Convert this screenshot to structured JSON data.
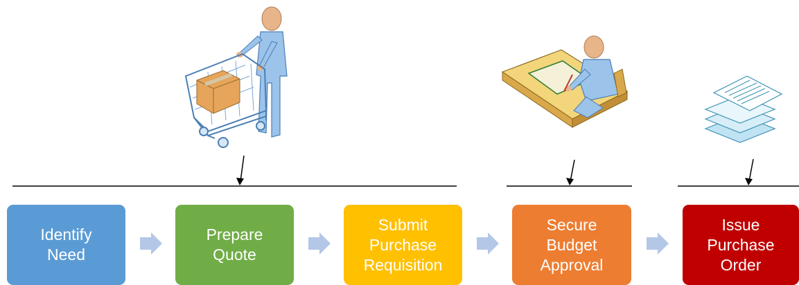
{
  "colors": {
    "identify": "#5b9bd5",
    "prepare": "#70ad47",
    "submit": "#ffc000",
    "secure": "#ed7d31",
    "issue": "#c00000",
    "connector": "#b4c7e7",
    "line": "#000000"
  },
  "steps": [
    {
      "label": "Identify\nNeed"
    },
    {
      "label": "Prepare\nQuote"
    },
    {
      "label": "Submit\nPurchase\nRequisition"
    },
    {
      "label": "Secure\nBudget\nApproval"
    },
    {
      "label": "Issue\nPurchase\nOrder"
    }
  ],
  "icons": [
    "shopping-cart-person-icon",
    "person-at-desk-icon",
    "document-stack-icon"
  ]
}
